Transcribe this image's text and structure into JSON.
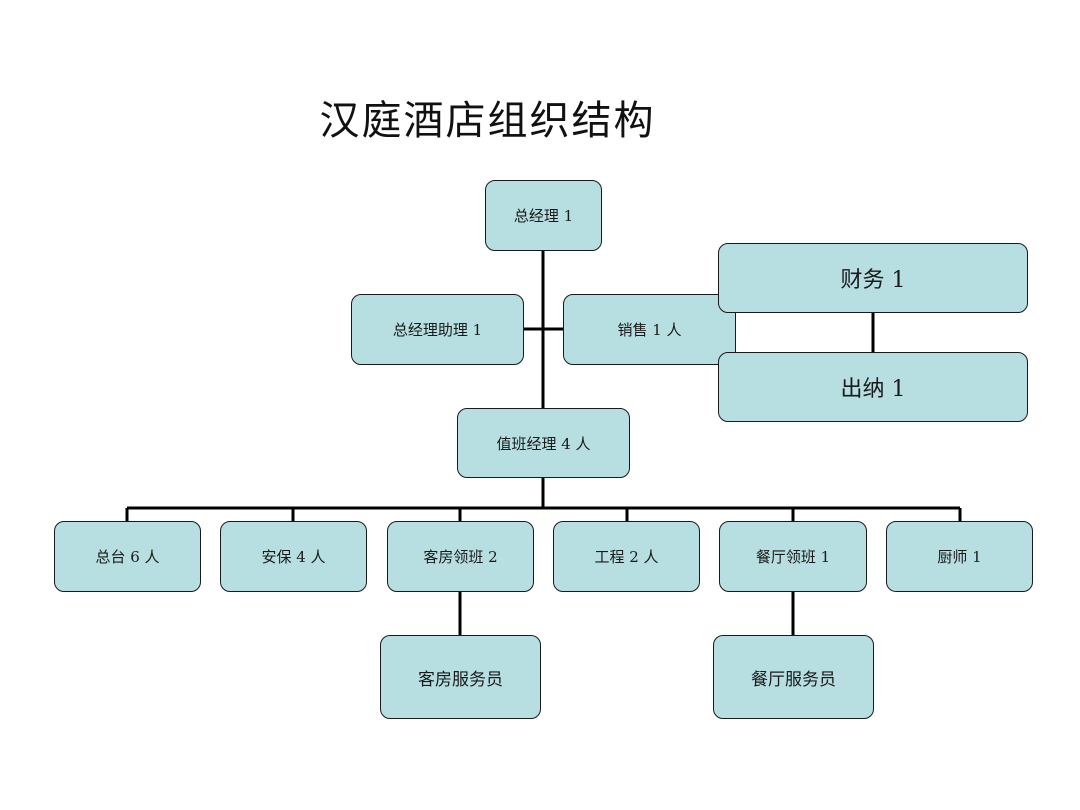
{
  "title": "汉庭酒店组织结构",
  "nodes": {
    "general_manager": "总经理 1",
    "gm_assistant": "总经理助理 1",
    "sales": "销售 1 人",
    "finance": "财务 1",
    "cashier": "出纳 1",
    "duty_manager": "值班经理 4 人",
    "front_desk": "总台 6 人",
    "security": "安保 4 人",
    "housekeeping_lead": "客房领班 2",
    "engineering": "工程 2 人",
    "restaurant_lead": "餐厅领班 1",
    "chef": "厨师 1",
    "room_attendant": "客房服务员",
    "restaurant_attendant": "餐厅服务员"
  },
  "colors": {
    "node_fill": "#b7dfe2",
    "node_border": "#1a1a1a",
    "connector": "#000000"
  }
}
